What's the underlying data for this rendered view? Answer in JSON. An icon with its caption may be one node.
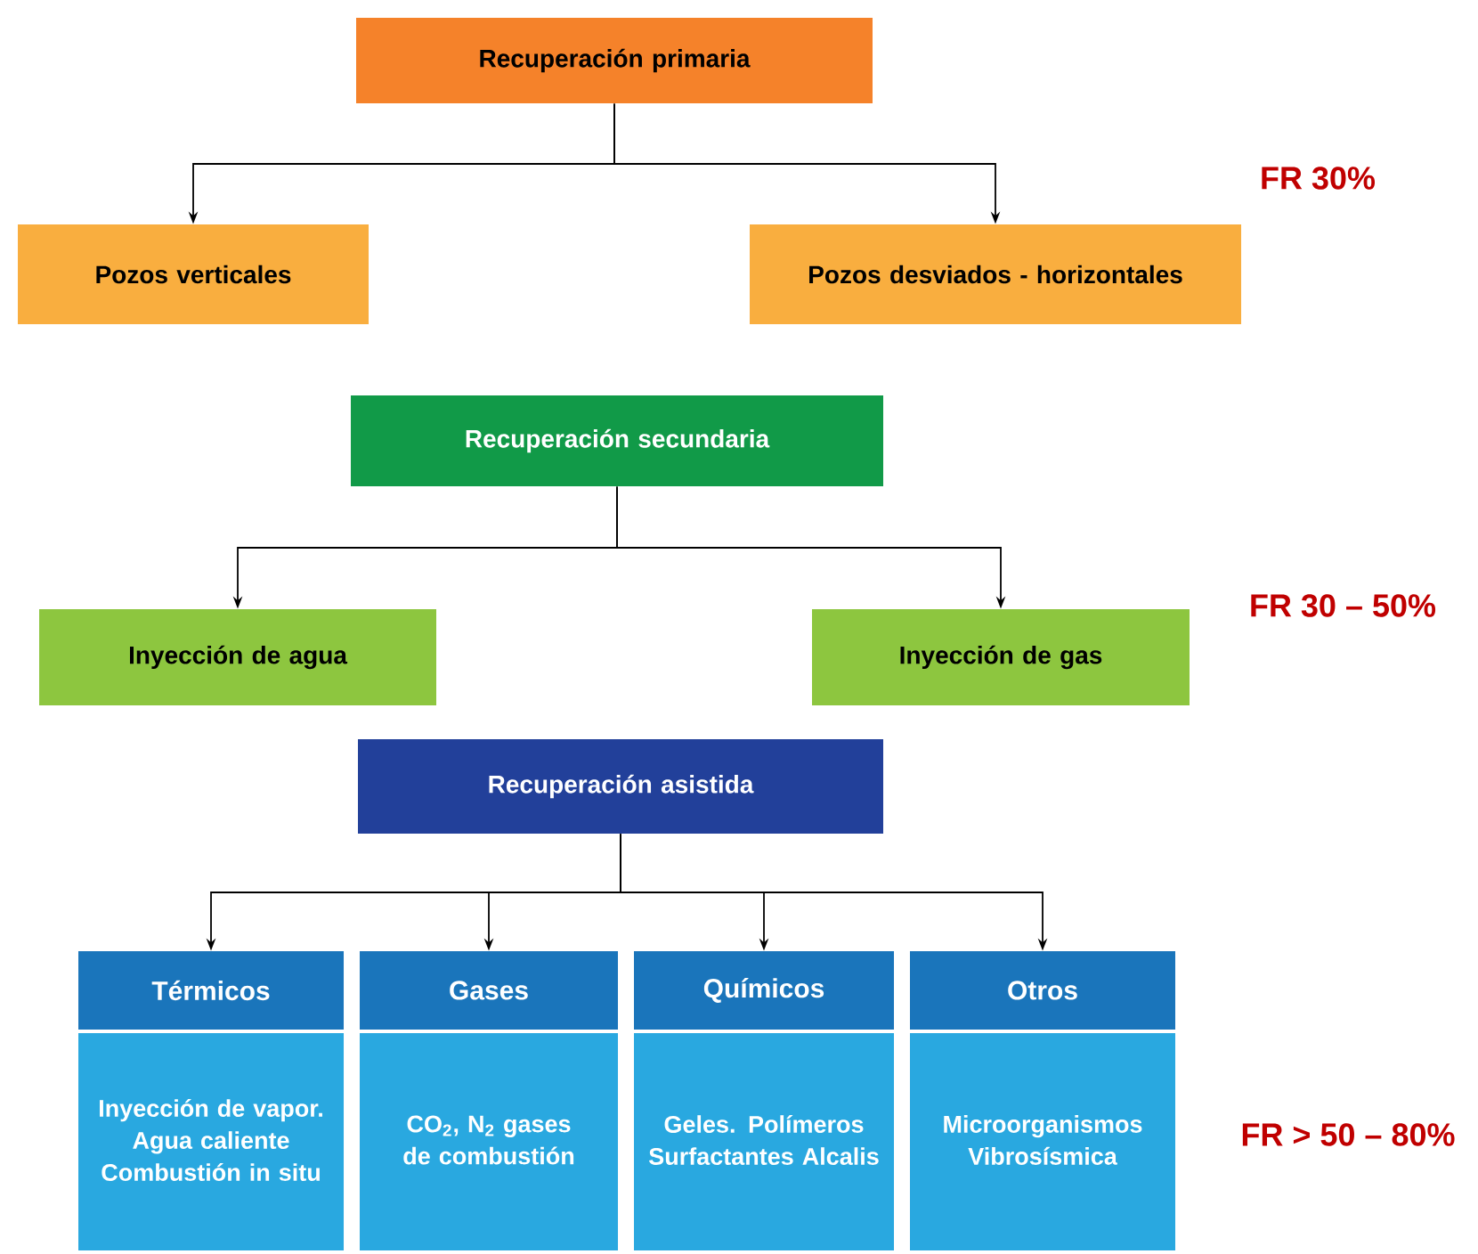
{
  "diagram": {
    "nodes": [
      {
        "text": [
          "Recuperación primaria"
        ]
      },
      {
        "text": [
          "Pozos verticales"
        ]
      },
      {
        "text": [
          "Pozos desviados - horizontales"
        ]
      },
      {
        "text": [
          "Recuperación secundaria"
        ]
      },
      {
        "text": [
          "Inyección de agua"
        ]
      },
      {
        "text": [
          "Inyección de gas"
        ]
      },
      {
        "text": [
          "Recuperación asistida"
        ]
      },
      {
        "text": [
          "Térmicos",
          "Inyección de vapor. Agua caliente Combustión in situ"
        ]
      },
      {
        "text": [
          "Gases",
          "CO$_{2}$, N$_{2}$ gases de combustión"
        ]
      },
      {
        "text": [
          "Químicos",
          "Geles. Polímeros Surfactantes Alcalis"
        ]
      },
      {
        "text": [
          "Otros",
          "Microorganismos Vibrosísmica"
        ]
      }
    ],
    "edges": [
      {
        "from": 0,
        "to": 1,
        "arrow": "to"
      },
      {
        "from": 0,
        "to": 2,
        "arrow": "to"
      },
      {
        "from": 3,
        "to": 4,
        "arrow": "to"
      },
      {
        "from": 3,
        "to": 5,
        "arrow": "to"
      },
      {
        "from": 6,
        "to": 7,
        "arrow": "to"
      },
      {
        "from": 6,
        "to": 8,
        "arrow": "to"
      },
      {
        "from": 6,
        "to": 9,
        "arrow": "to"
      },
      {
        "from": 6,
        "to": 10,
        "arrow": "to"
      }
    ],
    "labels": [
      "FR 30%",
      "FR 30 – 50%",
      "FR >  50 – 80%"
    ]
  }
}
